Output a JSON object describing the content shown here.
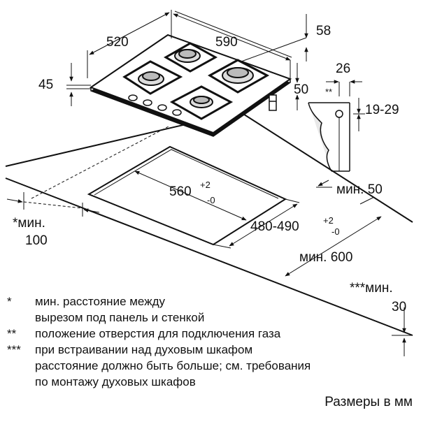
{
  "dims": {
    "width_top": "520",
    "depth_top": "590",
    "thickness": "45",
    "flange": "50",
    "side_gap": "58",
    "gas_offset": "26",
    "gas_height": "19-29",
    "gas_mark": "**",
    "cutout_width_main": "560",
    "cutout_width_tol_up": "+2",
    "cutout_width_tol_down": "-0",
    "cutout_depth_main": "480-490",
    "cutout_depth_tol_up": "+2",
    "cutout_depth_tol_down": "-0",
    "min_50": "мин. 50",
    "min_600": "мин. 600",
    "min_100_a": "*мин.",
    "min_100_b": "100",
    "min_30_a": "***мин.",
    "min_30_b": "30"
  },
  "notes": [
    {
      "mark": "*",
      "lines": [
        "мин. расстояние между",
        "вырезом под панель и стенкой"
      ]
    },
    {
      "mark": "**",
      "lines": [
        "положение отверстия для подключения газа"
      ]
    },
    {
      "mark": "***",
      "lines": [
        "при встраивании над духовым шкафом",
        "расстояние должно быть больше; см. требования",
        "по монтажу духовых шкафов"
      ]
    }
  ],
  "units": "Размеры в мм"
}
